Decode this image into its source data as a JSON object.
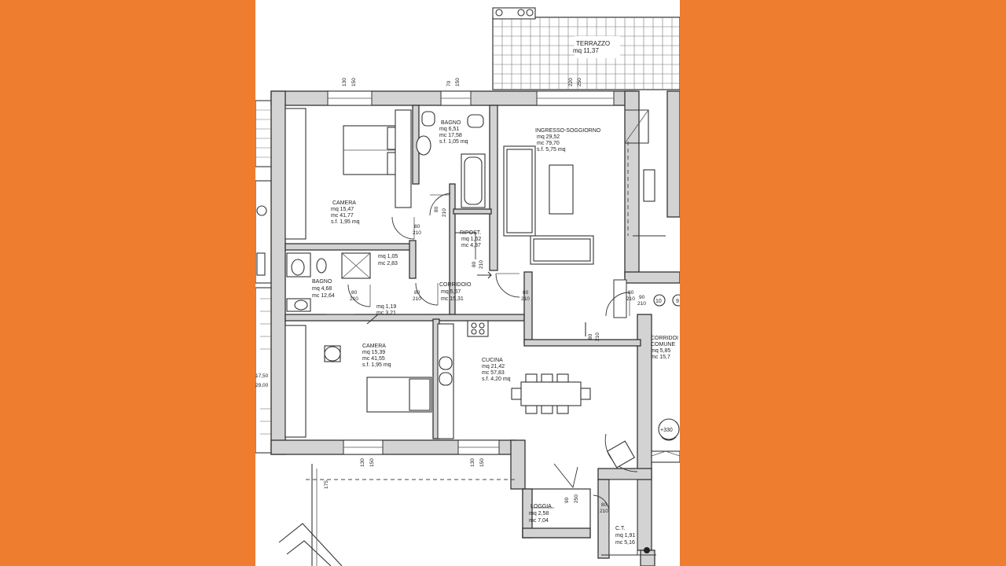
{
  "plan": {
    "rooms": [
      {
        "id": "terrazzo",
        "lines": [
          "TERRAZZO",
          "mq 11,37"
        ]
      },
      {
        "id": "bagno-1",
        "lines": [
          "BAGNO",
          "mq 6,51",
          "mc 17,58",
          "s.f. 1,05 mq"
        ]
      },
      {
        "id": "ingresso-soggiorno",
        "lines": [
          "INGRESSO-SOGGIORNO",
          "mq 29,52",
          "mc 79,70",
          "s.f. 5,75 mq"
        ]
      },
      {
        "id": "camera-1",
        "lines": [
          "CAMERA",
          "mq 15,47",
          "mc 41,77",
          "s.f. 1,95 mq"
        ]
      },
      {
        "id": "ripost",
        "lines": [
          "RIPOST.",
          "mq 1,62",
          "mc 4,37"
        ]
      },
      {
        "id": "wc",
        "lines": [
          "mq 1,05",
          "mc 2,83"
        ]
      },
      {
        "id": "bagno-2",
        "lines": [
          "BAGNO",
          "mq 4,68",
          "mc 12,64"
        ]
      },
      {
        "id": "corridoio",
        "lines": [
          "CORRIDOIO",
          "mq 5,67",
          "mc 15,31"
        ]
      },
      {
        "id": "disimpegno",
        "lines": [
          "mq 1,19",
          "mc 3,21"
        ]
      },
      {
        "id": "camera-2",
        "lines": [
          "CAMERA",
          "mq 15,39",
          "mc 41,55",
          "s.f. 1,95 mq"
        ]
      },
      {
        "id": "cucina",
        "lines": [
          "CUCINA",
          "mq 21,42",
          "mc 57,83",
          "s.f. 4,20 mq"
        ]
      },
      {
        "id": "corridoio-comune",
        "lines": [
          "CORRIDOI",
          "COMUNE",
          "mq 5,85",
          "mc 15,7"
        ]
      },
      {
        "id": "loggia",
        "lines": [
          "LOGGIA",
          "mq 2,58",
          "mc 7,04"
        ]
      },
      {
        "id": "ct",
        "lines": [
          "C.T.",
          "mq 1,91",
          "mc 5,16"
        ]
      }
    ],
    "dims": [
      {
        "id": "w-cam1-a",
        "text": "130"
      },
      {
        "id": "w-cam1-b",
        "text": "150"
      },
      {
        "id": "w-bagno-a",
        "text": "70"
      },
      {
        "id": "w-bagno-b",
        "text": "150"
      },
      {
        "id": "w-sogg-a",
        "text": "220"
      },
      {
        "id": "w-sogg-b",
        "text": "250"
      },
      {
        "id": "d1-a",
        "text": "80"
      },
      {
        "id": "d1-b",
        "text": "210"
      },
      {
        "id": "d2-a",
        "text": "80"
      },
      {
        "id": "d2-b",
        "text": "210"
      },
      {
        "id": "d3-a",
        "text": "80"
      },
      {
        "id": "d3-b",
        "text": "210"
      },
      {
        "id": "d4-a",
        "text": "80"
      },
      {
        "id": "d4-b",
        "text": "210"
      },
      {
        "id": "d5-a",
        "text": "80"
      },
      {
        "id": "d5-b",
        "text": "210"
      },
      {
        "id": "d6-a",
        "text": "80"
      },
      {
        "id": "d6-b",
        "text": "210"
      },
      {
        "id": "d7-a",
        "text": "80"
      },
      {
        "id": "d7-b",
        "text": "210"
      },
      {
        "id": "d8-a",
        "text": "80"
      },
      {
        "id": "d8-b",
        "text": "210"
      },
      {
        "id": "d9-a",
        "text": "90"
      },
      {
        "id": "d9-b",
        "text": "210"
      },
      {
        "id": "w-cam2-a",
        "text": "130"
      },
      {
        "id": "w-cam2-b",
        "text": "150"
      },
      {
        "id": "w-cuc-a",
        "text": "130"
      },
      {
        "id": "w-cuc-b",
        "text": "150"
      },
      {
        "id": "w-log-a",
        "text": "90"
      },
      {
        "id": "w-log-b",
        "text": "250"
      },
      {
        "id": "d-ct-a",
        "text": "80"
      },
      {
        "id": "d-ct-b",
        "text": "210"
      },
      {
        "id": "h-175",
        "text": "175"
      },
      {
        "id": "lv-a",
        "text": "17,50"
      },
      {
        "id": "lv-b",
        "text": "29,00"
      }
    ],
    "markers": [
      {
        "id": "unit-10",
        "text": "10"
      },
      {
        "id": "unit-9",
        "text": "9"
      },
      {
        "id": "level",
        "text": "+330"
      }
    ]
  }
}
